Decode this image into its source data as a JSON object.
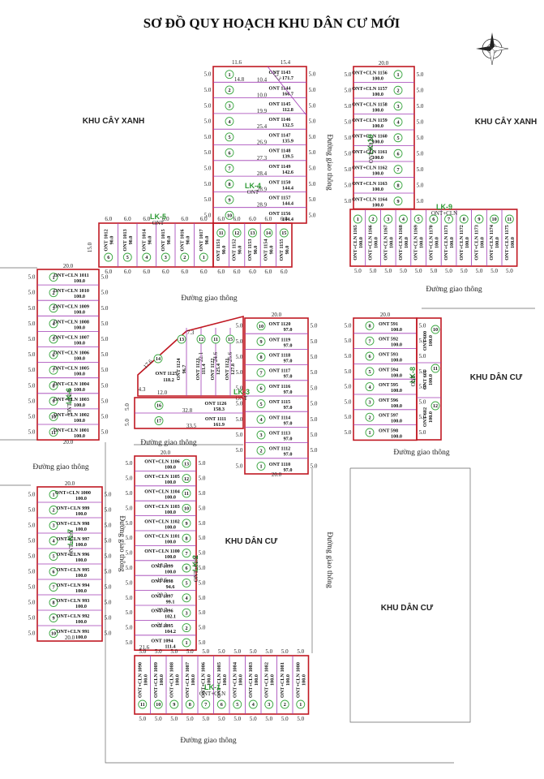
{
  "title": "SƠ ĐỒ QUY HOẠCH KHU DÂN CƯ MỚI",
  "colors": {
    "boundary": "#c01822",
    "lot_line": "#a03cb4",
    "road_edge": "#555555",
    "lot_marker": "#3aa640",
    "label": "#222222"
  },
  "icons": {
    "compass": "compass-rose-icon"
  },
  "area_labels": [
    {
      "id": "area-khu-cay-xanh-left",
      "text": "KHU CÂY XANH"
    },
    {
      "id": "area-khu-cay-xanh-right",
      "text": "KHU CÂY XANH"
    },
    {
      "id": "area-khu-dan-cu-center",
      "text": "KHU DÂN CƯ"
    },
    {
      "id": "area-khu-dan-cu-right",
      "text": "KHU DÂN CƯ"
    },
    {
      "id": "area-khu-dan-cu-lower",
      "text": "KHU DÂN CƯ"
    }
  ],
  "road_labels": [
    {
      "id": "road-1",
      "text": "Đường giao thông"
    },
    {
      "id": "road-2",
      "text": "Đường giao thông"
    },
    {
      "id": "road-3",
      "text": "Đường giao thông"
    },
    {
      "id": "road-4",
      "text": "Đường giao thông"
    },
    {
      "id": "road-5",
      "text": "Đường giao thông"
    },
    {
      "id": "road-6",
      "text": "Đường giao thông"
    },
    {
      "id": "road-7",
      "text": "Đường giao thông"
    },
    {
      "id": "road-8",
      "text": "Đường giao thông"
    },
    {
      "id": "road-9",
      "text": "Đường giao thông"
    }
  ],
  "blocks": [
    {
      "id": "LK-1",
      "label": "LK-1",
      "sub": "ONT+CLN"
    },
    {
      "id": "LK-2",
      "label": "LK-2",
      "sub": "ONT+CLN"
    },
    {
      "id": "LK-3",
      "label": "LK-3",
      "sub": "ONT"
    },
    {
      "id": "LK-4",
      "label": "LK-4",
      "sub": "ONT"
    },
    {
      "id": "LK-5",
      "label": "LK-5",
      "sub": "ONT"
    },
    {
      "id": "LK-6",
      "label": "LK-6",
      "sub": "ONT+CLN"
    },
    {
      "id": "LK-7",
      "label": "LK-7",
      "sub": "ONT+CLN"
    },
    {
      "id": "LK-8",
      "label": "LK-8",
      "sub": "ONT"
    },
    {
      "id": "LK-9",
      "label": "LK-9",
      "sub": "ONT+CLN"
    },
    {
      "id": "LK-10",
      "label": "LK-10",
      "sub": "ONT+CLN"
    }
  ],
  "lots": {
    "lk10": [
      {
        "n": "1",
        "t": "ONT+CLN",
        "code": "1156",
        "area": "100.0"
      },
      {
        "n": "2",
        "t": "ONT+CLN",
        "code": "1157",
        "area": "100.0"
      },
      {
        "n": "3",
        "t": "ONT+CLN",
        "code": "1158",
        "area": "100.0"
      },
      {
        "n": "4",
        "t": "ONT+CLN",
        "code": "1159",
        "area": "100.0"
      },
      {
        "n": "5",
        "t": "ONT+CLN",
        "code": "1160",
        "area": "100.0"
      },
      {
        "n": "6",
        "t": "ONT+CLN",
        "code": "1161",
        "area": "100.0"
      },
      {
        "n": "7",
        "t": "ONT+CLN",
        "code": "1162",
        "area": "100.0"
      },
      {
        "n": "8",
        "t": "ONT+CLN",
        "code": "1163",
        "area": "100.0"
      },
      {
        "n": "9",
        "t": "ONT+CLN",
        "code": "1164",
        "area": "100.0"
      }
    ],
    "lk4": [
      {
        "n": "1",
        "t": "ONT",
        "code": "1143",
        "area": "171.7"
      },
      {
        "n": "2",
        "t": "ONT",
        "code": "1144",
        "area": "166.7"
      },
      {
        "n": "3",
        "t": "ONT",
        "code": "1145",
        "area": "112.8"
      },
      {
        "n": "4",
        "t": "ONT",
        "code": "1146",
        "area": "132.5"
      },
      {
        "n": "5",
        "t": "ONT",
        "code": "1147",
        "area": "135.9"
      },
      {
        "n": "6",
        "t": "ONT",
        "code": "1148",
        "area": "139.5"
      },
      {
        "n": "7",
        "t": "ONT",
        "code": "1149",
        "area": "142.6"
      },
      {
        "n": "8",
        "t": "ONT",
        "code": "1150",
        "area": "144.4"
      },
      {
        "n": "9",
        "t": "ONT",
        "code": "1157",
        "area": "144.4"
      },
      {
        "n": "10",
        "t": "ONT",
        "code": "1156",
        "area": "144.4"
      }
    ],
    "lk4_bottom": [
      {
        "n": "11",
        "t": "ONT",
        "code": "1151",
        "area": "90.0"
      },
      {
        "n": "12",
        "t": "ONT",
        "code": "1152",
        "area": "90.0"
      },
      {
        "n": "13",
        "t": "ONT",
        "code": "1153",
        "area": "90.0"
      },
      {
        "n": "14",
        "t": "ONT",
        "code": "1154",
        "area": "90.0"
      },
      {
        "n": "15",
        "t": "ONT",
        "code": "1155",
        "area": "90.0"
      }
    ],
    "lk5": [
      {
        "n": "6",
        "t": "ONT",
        "code": "1012",
        "area": "90.0"
      },
      {
        "n": "5",
        "t": "ONT",
        "code": "1013",
        "area": "90.0"
      },
      {
        "n": "4",
        "t": "ONT",
        "code": "1014",
        "area": "90.0"
      },
      {
        "n": "3",
        "t": "ONT",
        "code": "1015",
        "area": "90.0"
      },
      {
        "n": "2",
        "t": "ONT",
        "code": "1016",
        "area": "90.0"
      },
      {
        "n": "1",
        "t": "ONT",
        "code": "1017",
        "area": "90.0"
      }
    ],
    "lk9": [
      {
        "n": "1",
        "t": "ONT+CLN",
        "code": "1165",
        "area": "100.0"
      },
      {
        "n": "2",
        "t": "ONT+CLN",
        "code": "1166",
        "area": "100.0"
      },
      {
        "n": "3",
        "t": "ONT+CLN",
        "code": "1167",
        "area": "100.0"
      },
      {
        "n": "4",
        "t": "ONT+CLN",
        "code": "1168",
        "area": "100.0"
      },
      {
        "n": "5",
        "t": "ONT+CLN",
        "code": "1169",
        "area": "100.0"
      },
      {
        "n": "6",
        "t": "ONT+CLN",
        "code": "1170",
        "area": "100.0"
      },
      {
        "n": "7",
        "t": "ONT+CLN",
        "code": "1171",
        "area": "100.0"
      },
      {
        "n": "8",
        "t": "ONT+CLN",
        "code": "1172",
        "area": "100.0"
      },
      {
        "n": "9",
        "t": "ONT+CLN",
        "code": "1173",
        "area": "100.0"
      },
      {
        "n": "10",
        "t": "ONT+CLN",
        "code": "1174",
        "area": "100.0"
      },
      {
        "n": "11",
        "t": "ONT+CLN",
        "code": "1175",
        "area": "100.0"
      }
    ],
    "lk6": [
      {
        "n": "1",
        "t": "ONT+CLN",
        "code": "1011",
        "area": "100.0"
      },
      {
        "n": "2",
        "t": "ONT+CLN",
        "code": "1010",
        "area": "100.0"
      },
      {
        "n": "3",
        "t": "ONT+CLN",
        "code": "1009",
        "area": "100.0"
      },
      {
        "n": "4",
        "t": "ONT+CLN",
        "code": "1008",
        "area": "100.0"
      },
      {
        "n": "5",
        "t": "ONT+CLN",
        "code": "1007",
        "area": "100.0"
      },
      {
        "n": "6",
        "t": "ONT+CLN",
        "code": "1006",
        "area": "100.0"
      },
      {
        "n": "7",
        "t": "ONT+CLN",
        "code": "1005",
        "area": "100.0"
      },
      {
        "n": "8",
        "t": "ONT+CLN",
        "code": "1004",
        "area": "100.0"
      },
      {
        "n": "9",
        "t": "ONT+CLN",
        "code": "1003",
        "area": "100.0"
      },
      {
        "n": "10",
        "t": "ONT+CLN",
        "code": "1002",
        "area": "100.0"
      },
      {
        "n": "11",
        "t": "ONT+CLN",
        "code": "1001",
        "area": "100.0"
      }
    ],
    "lk3": [
      {
        "n": "10",
        "t": "ONT",
        "code": "1120",
        "area": "97.0"
      },
      {
        "n": "9",
        "t": "ONT",
        "code": "1119",
        "area": "97.0"
      },
      {
        "n": "8",
        "t": "ONT",
        "code": "1118",
        "area": "97.0"
      },
      {
        "n": "7",
        "t": "ONT",
        "code": "1117",
        "area": "97.0"
      },
      {
        "n": "6",
        "t": "ONT",
        "code": "1116",
        "area": "97.0"
      },
      {
        "n": "5",
        "t": "ONT",
        "code": "1115",
        "area": "97.0"
      },
      {
        "n": "4",
        "t": "ONT",
        "code": "1114",
        "area": "97.0"
      },
      {
        "n": "3",
        "t": "ONT",
        "code": "1113",
        "area": "97.0"
      },
      {
        "n": "2",
        "t": "ONT",
        "code": "1112",
        "area": "97.0"
      },
      {
        "n": "1",
        "t": "ONT",
        "code": "1110",
        "area": "97.0"
      }
    ],
    "lk3_wedge": [
      {
        "n": "14",
        "t": "ONT",
        "code": "1125",
        "area": "118.2"
      },
      {
        "n": "13",
        "t": "ONT",
        "code": "1124",
        "area": "96.7"
      },
      {
        "n": "12",
        "t": "ONT",
        "code": "1123",
        "area": "111.4"
      },
      {
        "n": "11",
        "t": "ONT",
        "code": "1122",
        "area": "125.4"
      },
      {
        "n": "15",
        "t": "ONT",
        "code": "1121",
        "area": "127.8"
      }
    ],
    "lk3_bottom": [
      {
        "n": "16",
        "t": "ONT",
        "code": "1126",
        "area": "158.3"
      },
      {
        "n": "17",
        "t": "ONT",
        "code": "1111",
        "area": "161.9"
      }
    ],
    "lk8": [
      {
        "n": "8",
        "t": "ONT",
        "code": "591",
        "area": "100.0"
      },
      {
        "n": "7",
        "t": "ONT",
        "code": "592",
        "area": "100.0"
      },
      {
        "n": "6",
        "t": "ONT",
        "code": "593",
        "area": "100.0"
      },
      {
        "n": "5",
        "t": "ONT",
        "code": "594",
        "area": "100.0"
      },
      {
        "n": "4",
        "t": "ONT",
        "code": "595",
        "area": "100.0"
      },
      {
        "n": "3",
        "t": "ONT",
        "code": "596",
        "area": "100.0"
      },
      {
        "n": "2",
        "t": "ONT",
        "code": "597",
        "area": "100.0"
      },
      {
        "n": "1",
        "t": "ONT",
        "code": "598",
        "area": "100.0"
      }
    ],
    "lk8_side": [
      {
        "n": "10",
        "t": "ONT",
        "code": "600",
        "area": "100.0"
      },
      {
        "n": "11",
        "t": "ONT",
        "code": "601",
        "area": "100.0"
      },
      {
        "n": "12",
        "t": "ONT",
        "code": "602",
        "area": "100.0"
      }
    ],
    "lk2": [
      {
        "n": "13",
        "t": "ONT+CLN",
        "code": "1106",
        "area": "100.0"
      },
      {
        "n": "12",
        "t": "ONT+CLN",
        "code": "1105",
        "area": "100.0"
      },
      {
        "n": "11",
        "t": "ONT+CLN",
        "code": "1104",
        "area": "100.0"
      },
      {
        "n": "10",
        "t": "ONT+CLN",
        "code": "1103",
        "area": "100.0"
      },
      {
        "n": "9",
        "t": "ONT+CLN",
        "code": "1102",
        "area": "100.0"
      },
      {
        "n": "8",
        "t": "ONT+CLN",
        "code": "1101",
        "area": "100.0"
      },
      {
        "n": "7",
        "t": "ONT+CLN",
        "code": "1100",
        "area": "100.0"
      },
      {
        "n": "6",
        "t": "ONT",
        "code": "1099",
        "area": "100.0"
      },
      {
        "n": "5",
        "t": "ONT",
        "code": "1098",
        "area": "94.6"
      },
      {
        "n": "4",
        "t": "ONT",
        "code": "1097",
        "area": "99.1"
      },
      {
        "n": "3",
        "t": "ONT",
        "code": "1096",
        "area": "102.1"
      },
      {
        "n": "2",
        "t": "ONT",
        "code": "1095",
        "area": "104.2"
      },
      {
        "n": "1",
        "t": "ONT",
        "code": "1094",
        "area": "111.4"
      }
    ],
    "lk7": [
      {
        "n": "1",
        "t": "ONT+CLN",
        "code": "1000",
        "area": "100.0"
      },
      {
        "n": "2",
        "t": "ONT+CLN",
        "code": "999",
        "area": "100.0"
      },
      {
        "n": "3",
        "t": "ONT+CLN",
        "code": "998",
        "area": "100.0"
      },
      {
        "n": "4",
        "t": "ONT+CLN",
        "code": "997",
        "area": "100.0"
      },
      {
        "n": "5",
        "t": "ONT+CLN",
        "code": "996",
        "area": "100.0"
      },
      {
        "n": "6",
        "t": "ONT+CLN",
        "code": "995",
        "area": "100.0"
      },
      {
        "n": "7",
        "t": "ONT+CLN",
        "code": "994",
        "area": "100.0"
      },
      {
        "n": "8",
        "t": "ONT+CLN",
        "code": "993",
        "area": "100.0"
      },
      {
        "n": "9",
        "t": "ONT+CLN",
        "code": "992",
        "area": "100.0"
      },
      {
        "n": "10",
        "t": "ONT+CLN",
        "code": "991",
        "area": "100.0"
      }
    ],
    "lk1": [
      {
        "n": "11",
        "t": "ONT+CLN",
        "code": "1090",
        "area": "100.0"
      },
      {
        "n": "10",
        "t": "ONT+CLN",
        "code": "1089",
        "area": "100.0"
      },
      {
        "n": "9",
        "t": "ONT+CLN",
        "code": "1088",
        "area": "100.0"
      },
      {
        "n": "8",
        "t": "ONT+CLN",
        "code": "1087",
        "area": "100.0"
      },
      {
        "n": "7",
        "t": "ONT+CLN",
        "code": "1086",
        "area": "100.0"
      },
      {
        "n": "6",
        "t": "ONT+CLN",
        "code": "1085",
        "area": "100.0"
      },
      {
        "n": "5",
        "t": "ONT+CLN",
        "code": "1084",
        "area": "100.0"
      },
      {
        "n": "4",
        "t": "ONT+CLN",
        "code": "1083",
        "area": "100.0"
      },
      {
        "n": "3",
        "t": "ONT+CLN",
        "code": "1082",
        "area": "100.0"
      },
      {
        "n": "2",
        "t": "ONT+CLN",
        "code": "1081",
        "area": "100.0"
      },
      {
        "n": "1",
        "t": "ONT+CLN",
        "code": "1080",
        "area": "100.0"
      }
    ]
  },
  "dimensions": {
    "lk4_top_left": "11.6",
    "lk4_top_right": "15.4",
    "lk4_diag": "12.3",
    "lk4_side": [
      "10.4",
      "10.0",
      "19.9",
      "25.4",
      "26.9",
      "27.3",
      "28.4",
      "28.9",
      "28.9"
    ],
    "lk4_left_frontage": "14.8",
    "lk4_bottom_frontage": "6.0",
    "lk4_bottom_depth": "15.0",
    "lk10_top": "20.0",
    "lot_frontage": "5.0",
    "lot_depth": "20.0",
    "lk3_top": "20.0",
    "lk3_wedge_left": "17.6",
    "lk3_wedge_top": "7.3",
    "lk3_wedge_bottom": "12.0",
    "lk3_wedge_corner": "4.3",
    "lk3_wedge_depths": [
      "22.1",
      "24.6",
      "25.6"
    ],
    "lk3_bottom_16": "32.8",
    "lk3_bottom_17": "33.5",
    "lk8_top": "20.0",
    "lk2_frontages": [
      "18.7",
      "19.6",
      "20.3",
      "20.7",
      "21.1"
    ],
    "lk1_frontage": "21.6"
  }
}
